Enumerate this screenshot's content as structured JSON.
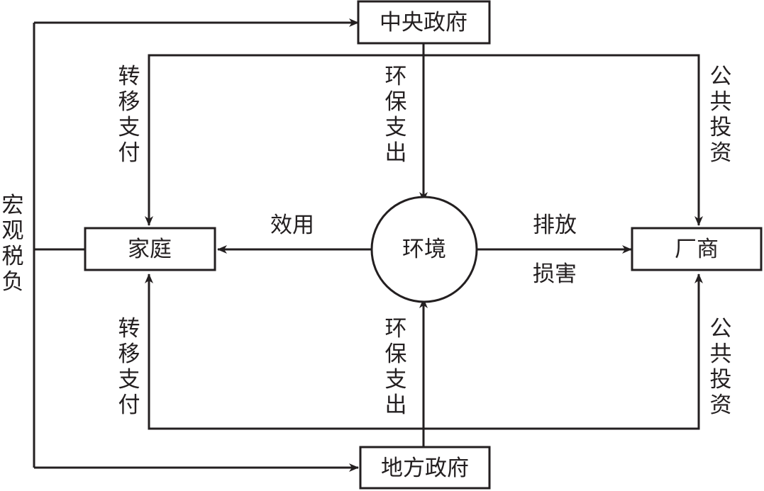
{
  "nodes": {
    "central_gov": "中央政府",
    "local_gov": "地方政府",
    "household": "家庭",
    "firm": "厂商",
    "environment": "环境"
  },
  "labels": {
    "transfer_payment": "转移支付",
    "env_expenditure": "环保支出",
    "public_investment": "公共投资",
    "macro_tax": "宏观税负",
    "utility": "效用",
    "emission": "排放",
    "damage": "损害"
  },
  "colors": {
    "stroke": "#231f20",
    "background": "#ffffff"
  }
}
